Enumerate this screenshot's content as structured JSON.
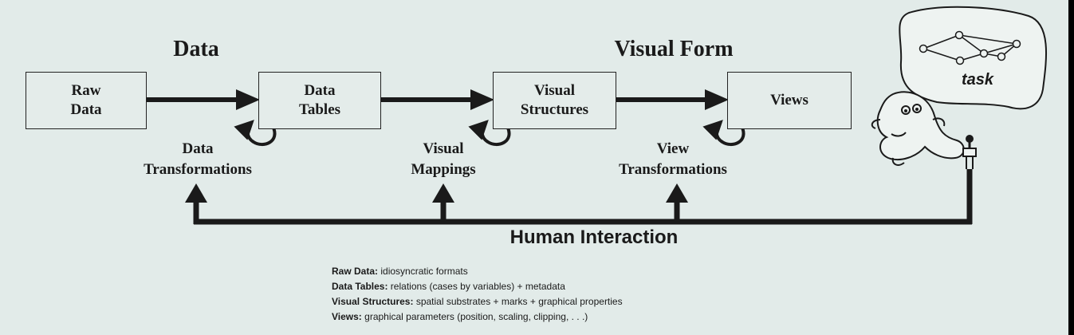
{
  "headings": {
    "data": "Data",
    "visual_form": "Visual Form"
  },
  "boxes": {
    "raw_data": "Raw\nData",
    "data_tables": "Data\nTables",
    "visual_structures": "Visual\nStructures",
    "views": "Views"
  },
  "transforms": {
    "data_transformations": "Data\nTransformations",
    "visual_mappings": "Visual\nMappings",
    "view_transformations": "View\nTransformations"
  },
  "human_interaction": "Human Interaction",
  "task": "task",
  "legend": [
    {
      "term": "Raw Data:",
      "definition": " idiosyncratic formats"
    },
    {
      "term": "Data Tables:",
      "definition": " relations (cases by variables) + metadata"
    },
    {
      "term": "Visual Structures:",
      "definition": " spatial substrates + marks + graphical properties"
    },
    {
      "term": "Views:",
      "definition": " graphical parameters (position, scaling, clipping, . . .)"
    }
  ],
  "colors": {
    "background": "#e2ebe9",
    "ink": "#1a1a1a",
    "frame": "#000000"
  }
}
